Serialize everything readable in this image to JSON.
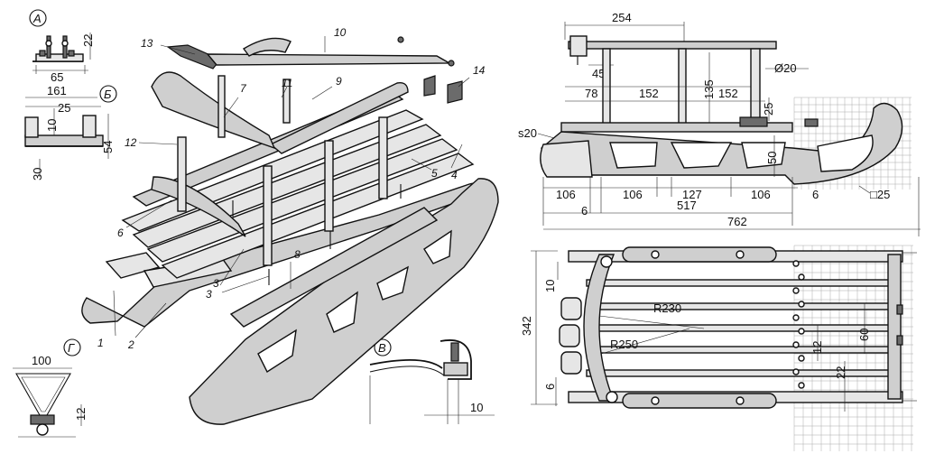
{
  "detail_labels": {
    "a": "А",
    "b": "Б",
    "v": "В",
    "g": "Г"
  },
  "part_numbers": {
    "p1": "1",
    "p2": "2",
    "p3a": "3",
    "p3b": "3",
    "p4": "4",
    "p5": "5",
    "p6": "6",
    "p7": "7",
    "p8": "8",
    "p9": "9",
    "p10": "10",
    "p11": "11",
    "p12": "12",
    "p13": "13",
    "p14": "14"
  },
  "detail_a_dims": {
    "d22": "22",
    "d65": "65"
  },
  "detail_b_dims": {
    "d161": "161",
    "d25": "25",
    "d10": "10",
    "d54": "54",
    "d30": "30"
  },
  "detail_v_dims": {
    "d10": "10"
  },
  "detail_g_dims": {
    "d100": "100",
    "d12": "12"
  },
  "side_view_dims": {
    "d254": "254",
    "d45": "45",
    "d20dia": "Ø20",
    "d78": "78",
    "d152a": "152",
    "d135": "135",
    "d152b": "152",
    "d25": "25",
    "s20": "s20",
    "d50": "50",
    "d106a": "106",
    "d106b": "106",
    "d127": "127",
    "d106c": "106",
    "d6a": "6",
    "d6b": "6",
    "sq25": "□25",
    "d517": "517",
    "d762": "762"
  },
  "plan_view_dims": {
    "d342": "342",
    "d10": "10",
    "r230": "R230",
    "r250": "R250",
    "d12": "12",
    "d60": "60",
    "d22": "22",
    "d6": "6"
  },
  "colors": {
    "ink": "#111111",
    "wood": "#cfcfcf",
    "shade": "#6b6b6b",
    "paper": "#ffffff"
  }
}
